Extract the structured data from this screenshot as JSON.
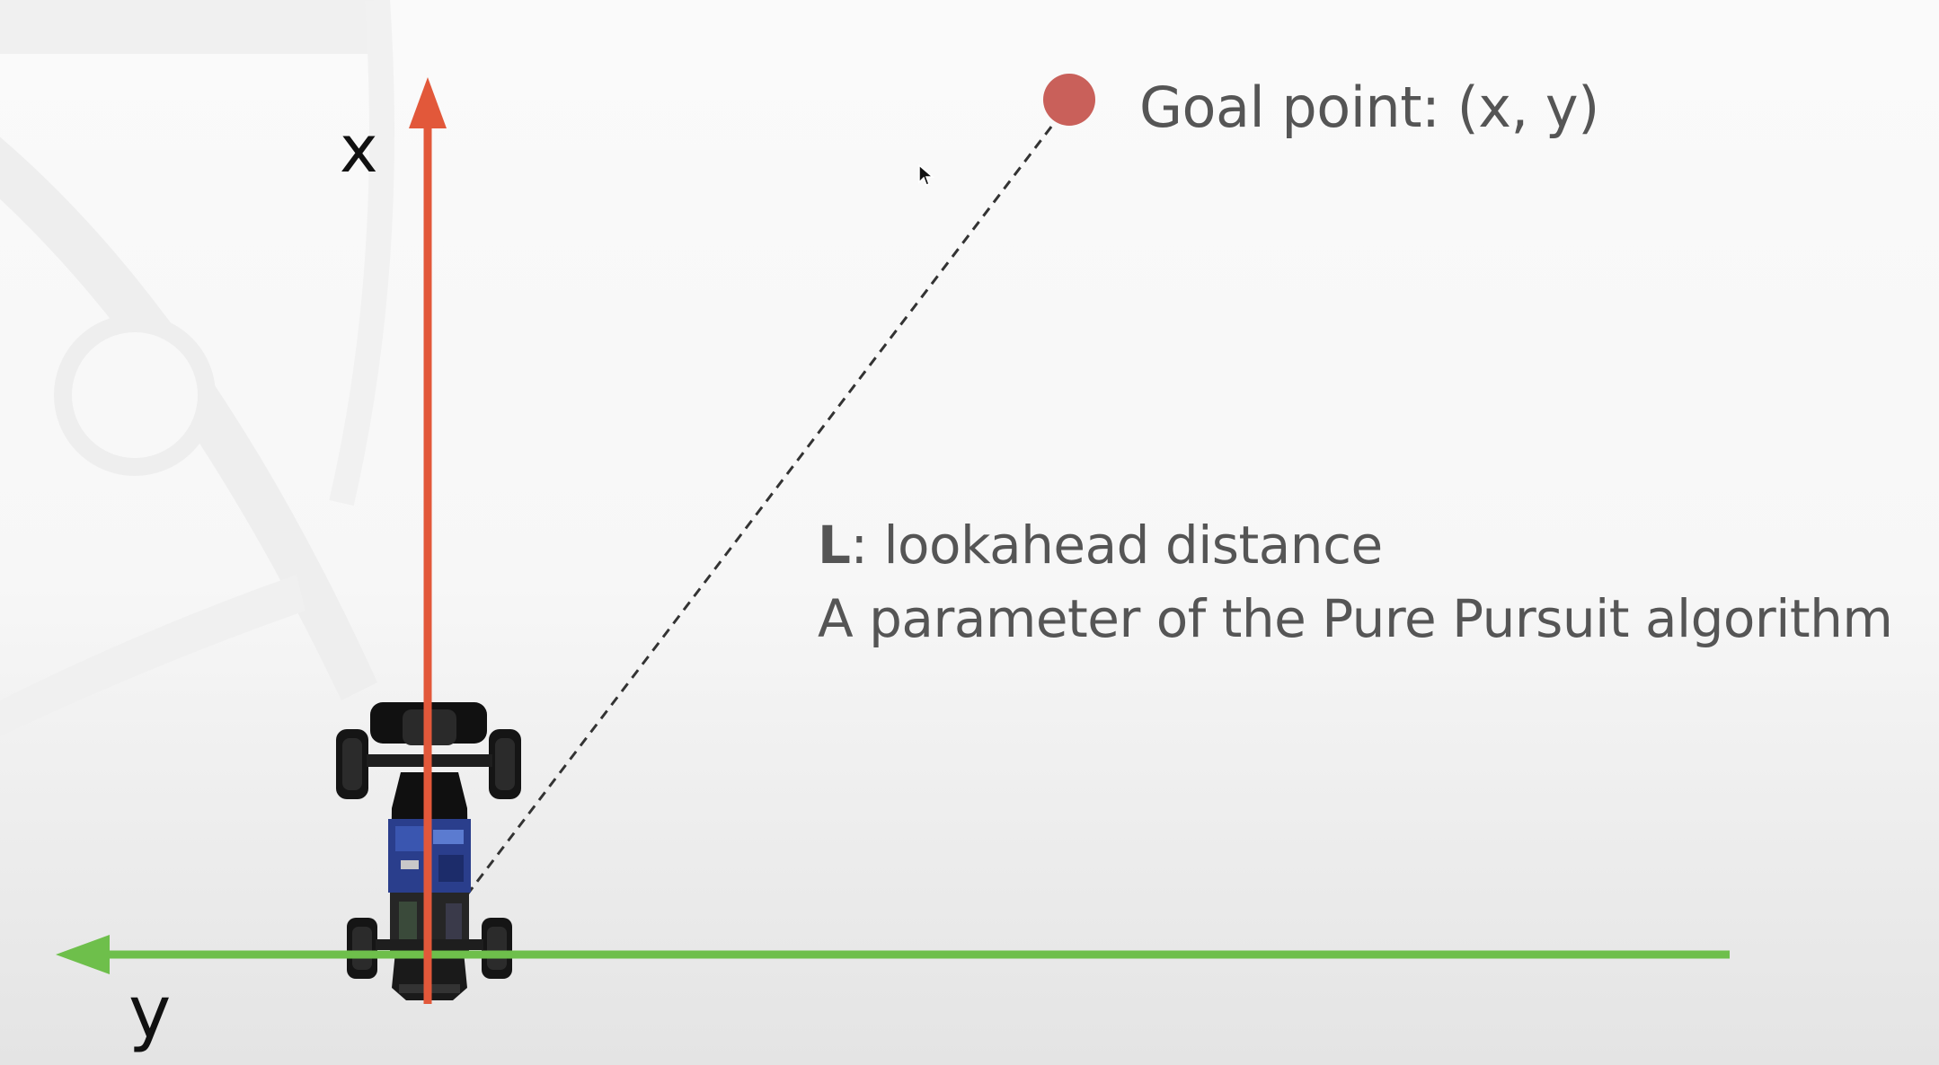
{
  "axes": {
    "x_label": "x",
    "y_label": "y",
    "x_axis_color": "#e2583a",
    "y_axis_color": "#6ebf4b"
  },
  "goal_point": {
    "label": "Goal point: (x, y)",
    "color": "#c9605a"
  },
  "lookahead": {
    "symbol": "L",
    "rest": ": lookahead distance",
    "description": "A parameter of the Pure Pursuit algorithm"
  },
  "icons": {
    "vehicle": "rc-car-icon",
    "pointer": "mouse-cursor-icon"
  }
}
